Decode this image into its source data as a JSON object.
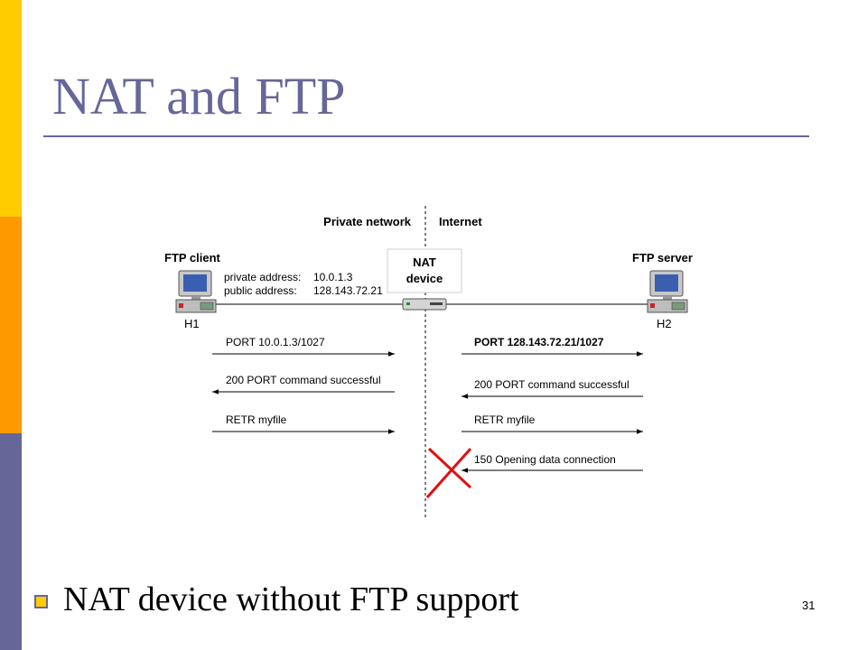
{
  "slide": {
    "title": "NAT and FTP",
    "bullet": "NAT device without FTP support",
    "page_number": "31"
  },
  "colors": {
    "accent_yellow": "#ffcc00",
    "accent_orange": "#ff9900",
    "accent_purple": "#666699",
    "title_color": "#666699",
    "failure_cross": "#e01010"
  },
  "diagram": {
    "region_private": "Private network",
    "region_internet": "Internet",
    "client": {
      "role": "FTP client",
      "host": "H1",
      "private_address_label": "private address:",
      "private_address": "10.0.1.3",
      "public_address_label": "public address:",
      "public_address": "128.143.72.21"
    },
    "nat": {
      "line1": "NAT",
      "line2": "device"
    },
    "server": {
      "role": "FTP server",
      "host": "H2"
    },
    "messages_private": [
      "PORT 10.0.1.3/1027",
      "200  PORT command successful",
      "RETR myfile"
    ],
    "messages_internet": [
      "PORT 128.143.72.21/1027",
      "200  PORT command successful",
      "RETR myfile",
      "150 Opening data connection"
    ]
  }
}
